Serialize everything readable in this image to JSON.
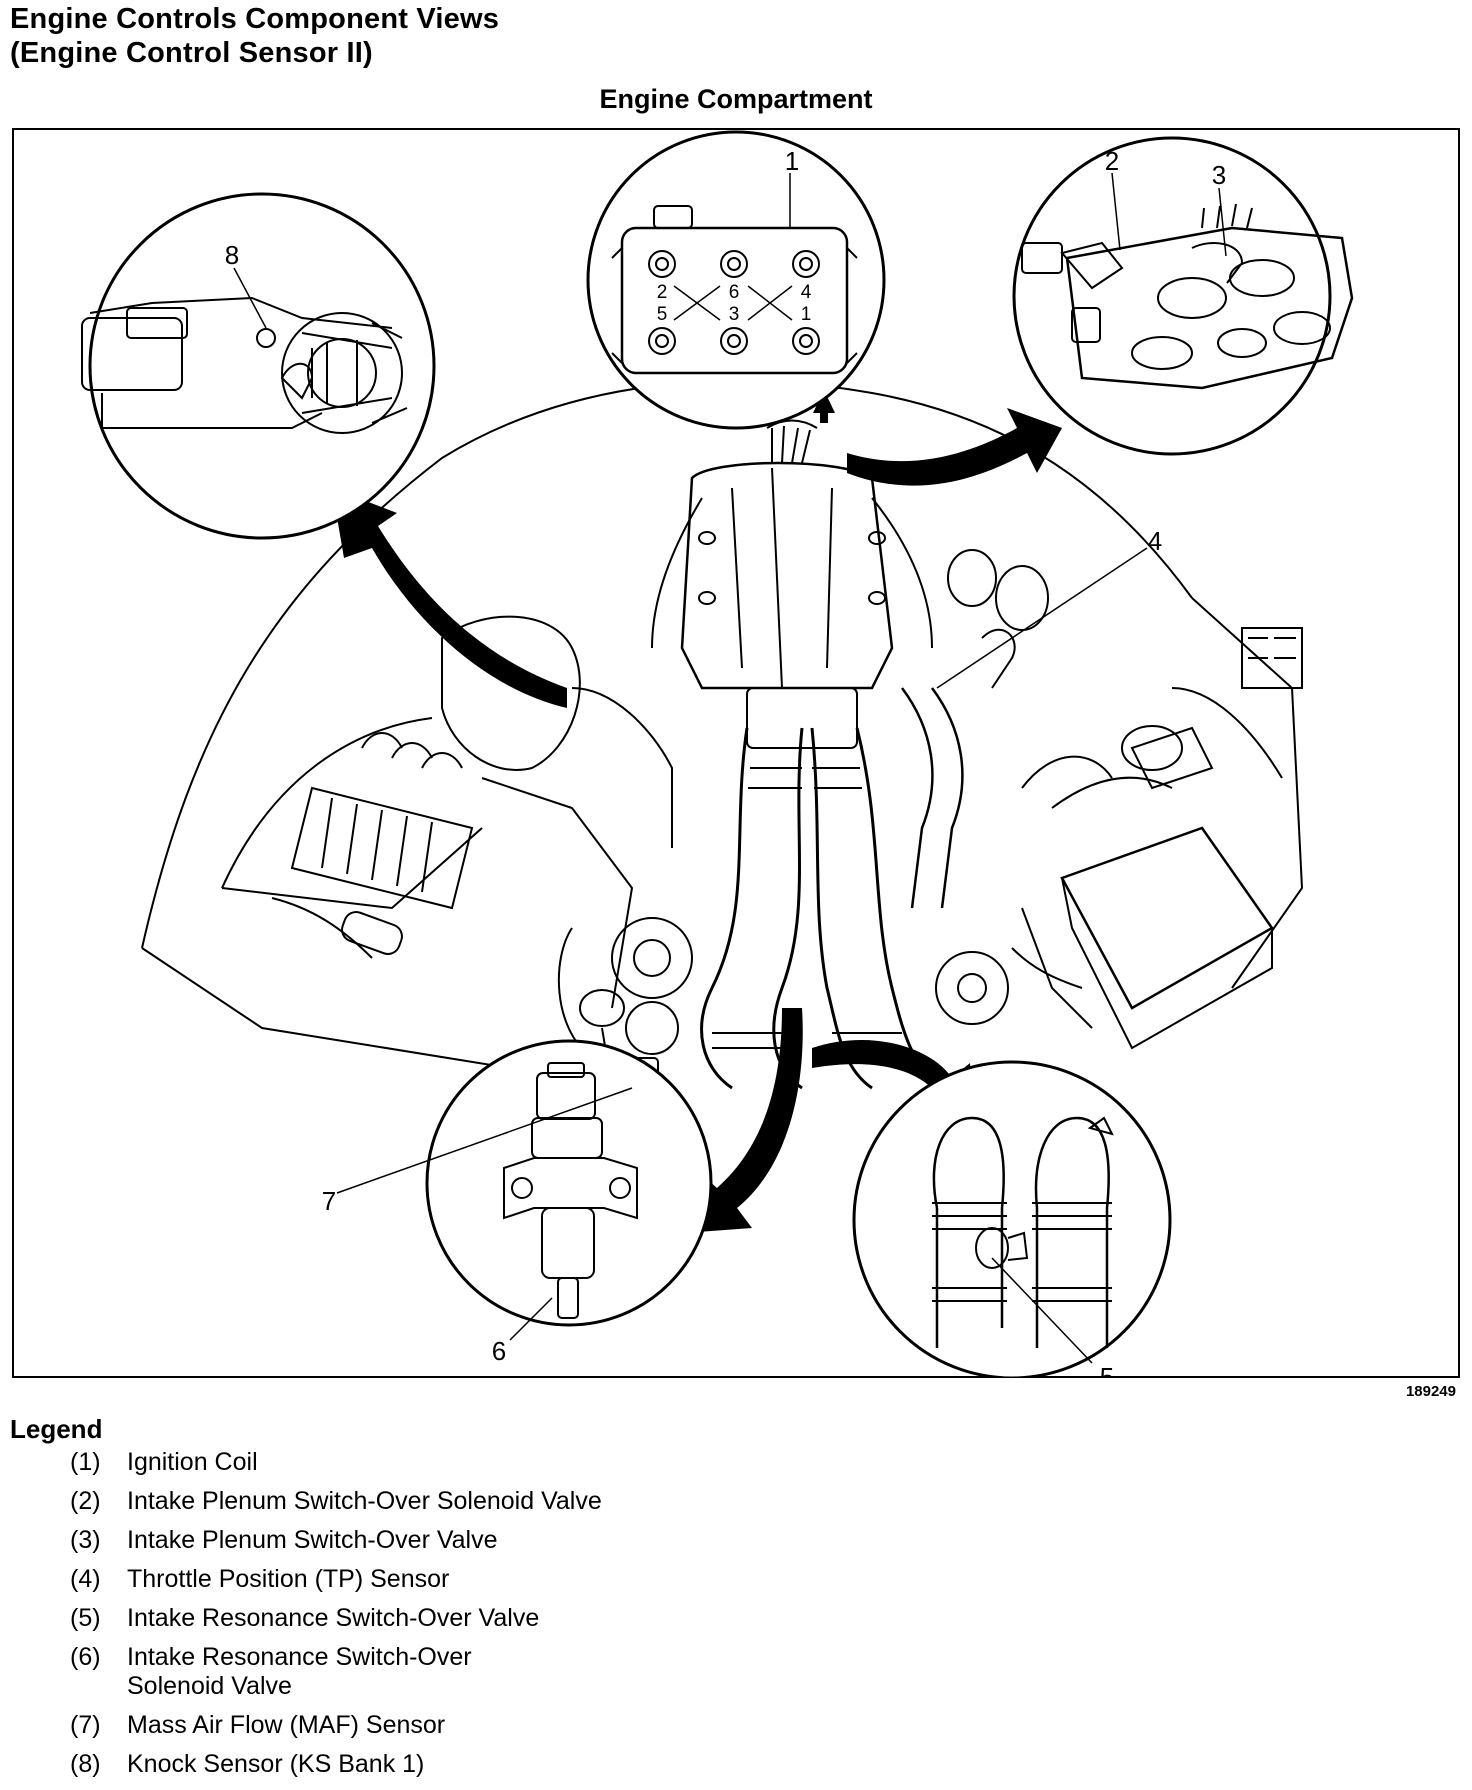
{
  "header": {
    "title_line1": "Engine Controls Component Views",
    "title_line2": "(Engine Control Sensor II)",
    "subtitle": "Engine Compartment"
  },
  "figure": {
    "figure_id": "189249",
    "callouts": [
      "1",
      "2",
      "3",
      "4",
      "5",
      "6",
      "7",
      "8"
    ],
    "coil_numbers": [
      "2",
      "6",
      "4",
      "5",
      "3",
      "1"
    ]
  },
  "legend": {
    "title": "Legend",
    "items": [
      {
        "num": "(1)",
        "text": "Ignition Coil"
      },
      {
        "num": "(2)",
        "text": "Intake Plenum Switch-Over Solenoid Valve"
      },
      {
        "num": "(3)",
        "text": "Intake Plenum Switch-Over Valve"
      },
      {
        "num": "(4)",
        "text": "Throttle Position (TP) Sensor"
      },
      {
        "num": "(5)",
        "text": "Intake Resonance Switch-Over Valve"
      },
      {
        "num": "(6)",
        "text": "Intake Resonance Switch-Over Solenoid Valve"
      },
      {
        "num": "(7)",
        "text": "Mass Air Flow (MAF) Sensor"
      },
      {
        "num": "(8)",
        "text": "Knock Sensor (KS Bank 1)"
      }
    ]
  }
}
